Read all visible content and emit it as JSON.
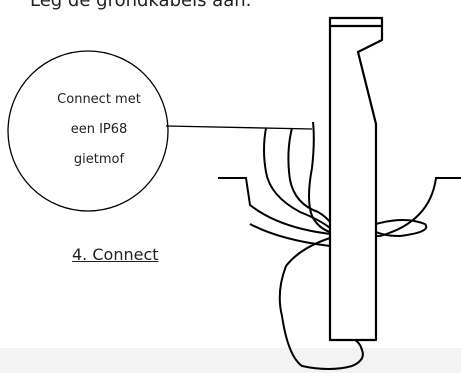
{
  "header_text": "Leg de grondkabels aan.",
  "callout": {
    "lines": [
      "Connect met",
      "een IP68",
      "gietmof"
    ]
  },
  "step_label": "4. Connect",
  "colors": {
    "line": "#000000",
    "background": "#ffffff",
    "footer_band": "#f3f3f3"
  }
}
